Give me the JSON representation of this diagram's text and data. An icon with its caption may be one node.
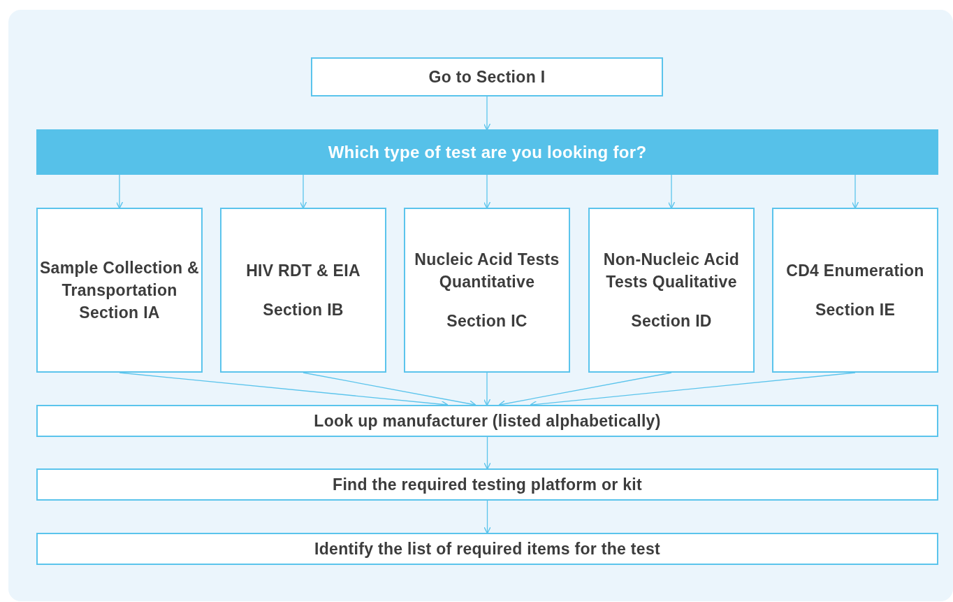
{
  "diagram": {
    "nodes": [
      {
        "text": [
          "Go to Section I"
        ]
      },
      {
        "text": [
          "Which type of test are you looking for?"
        ]
      },
      {
        "text": [
          "Sample Collection & Transportation",
          "Section IA"
        ]
      },
      {
        "text": [
          "HIV RDT & EIA",
          "Section IB"
        ]
      },
      {
        "text": [
          "Nucleic Acid Tests Quantitative",
          "Section IC"
        ]
      },
      {
        "text": [
          "Non-Nucleic Acid Tests Qualitative",
          "Section ID"
        ]
      },
      {
        "text": [
          "CD4 Enumeration",
          "Section IE"
        ]
      },
      {
        "text": [
          "Look up manufacturer (listed alphabetically)"
        ]
      },
      {
        "text": [
          "Find the required testing platform or kit"
        ]
      },
      {
        "text": [
          "Identify the list of required items for the test"
        ]
      }
    ],
    "edges": [
      {
        "from": 0,
        "to": 1,
        "arrow": "to"
      },
      {
        "from": 1,
        "to": 2,
        "arrow": "to"
      },
      {
        "from": 1,
        "to": 3,
        "arrow": "to"
      },
      {
        "from": 1,
        "to": 4,
        "arrow": "to"
      },
      {
        "from": 1,
        "to": 5,
        "arrow": "to"
      },
      {
        "from": 1,
        "to": 6,
        "arrow": "to"
      },
      {
        "from": 2,
        "to": 7,
        "arrow": "to"
      },
      {
        "from": 3,
        "to": 7,
        "arrow": "to"
      },
      {
        "from": 4,
        "to": 7,
        "arrow": "to"
      },
      {
        "from": 5,
        "to": 7,
        "arrow": "to"
      },
      {
        "from": 6,
        "to": 7,
        "arrow": "to"
      },
      {
        "from": 7,
        "to": 8,
        "arrow": "to"
      },
      {
        "from": 8,
        "to": 9,
        "arrow": "to"
      }
    ]
  }
}
